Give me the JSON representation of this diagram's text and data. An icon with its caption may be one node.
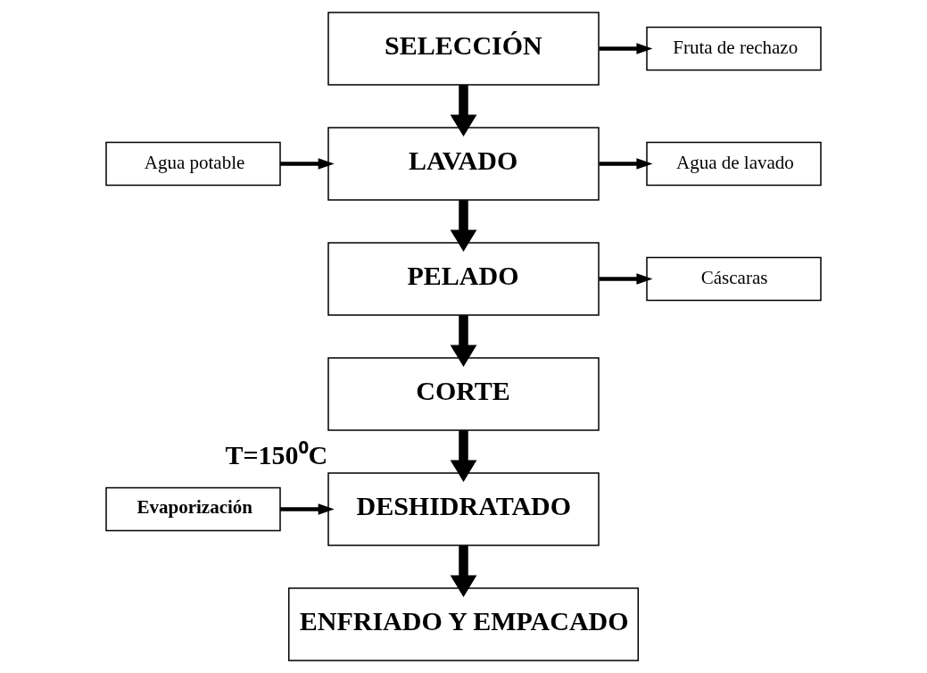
{
  "diagram": {
    "nodes": [
      {
        "text": [
          "SELECCIÓN"
        ]
      },
      {
        "text": [
          "Fruta de rechazo"
        ]
      },
      {
        "text": [
          "Agua potable"
        ]
      },
      {
        "text": [
          "LAVADO"
        ]
      },
      {
        "text": [
          "Agua de lavado"
        ]
      },
      {
        "text": [
          "PELADO"
        ]
      },
      {
        "text": [
          "Cáscaras"
        ]
      },
      {
        "text": [
          "CORTE"
        ]
      },
      {
        "text": [
          "Evaporización"
        ]
      },
      {
        "text": [
          "DESHIDRATADO"
        ],
        "beside": [
          "T=150⁰C"
        ]
      },
      {
        "text": [
          "ENFRIADO Y EMPACADO"
        ]
      }
    ],
    "edges": [
      {
        "from": 0,
        "to": 1,
        "arrow": "to"
      },
      {
        "from": 0,
        "to": 3,
        "arrow": "to",
        "style": "thick"
      },
      {
        "from": 2,
        "to": 3,
        "arrow": "to"
      },
      {
        "from": 3,
        "to": 4,
        "arrow": "to"
      },
      {
        "from": 3,
        "to": 5,
        "arrow": "to",
        "style": "thick"
      },
      {
        "from": 5,
        "to": 6,
        "arrow": "to"
      },
      {
        "from": 5,
        "to": 7,
        "arrow": "to",
        "style": "thick"
      },
      {
        "from": 7,
        "to": 9,
        "arrow": "to",
        "style": "thick"
      },
      {
        "from": 8,
        "to": 9,
        "arrow": "to"
      },
      {
        "from": 9,
        "to": 10,
        "arrow": "to",
        "style": "thick"
      }
    ]
  }
}
